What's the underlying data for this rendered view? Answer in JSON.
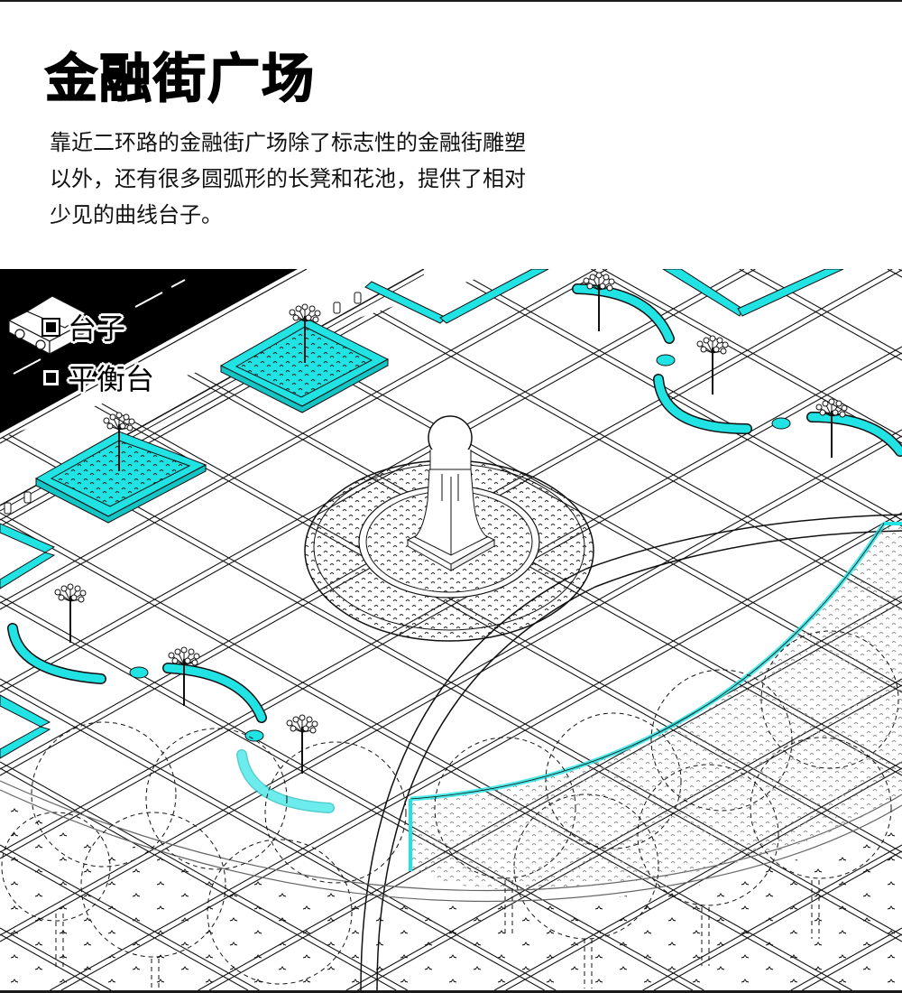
{
  "header": {
    "title": "金融街广场",
    "description_lines": [
      "靠近二环路的金融街广场除了标志性的金融街雕塑",
      "以外，还有很多圆弧形的长凳和花池，提供了相对",
      "少见的曲线台子。"
    ]
  },
  "legend": {
    "items": [
      {
        "label": "台子",
        "icon": "square-marker-icon"
      },
      {
        "label": "平衡台",
        "icon": "square-marker-icon"
      }
    ]
  },
  "colors": {
    "accent_cyan": "#22e3e3",
    "accent_cyan_edge": "#0fb8b8",
    "road": "#000000",
    "line": "#111111",
    "background": "#ffffff"
  }
}
